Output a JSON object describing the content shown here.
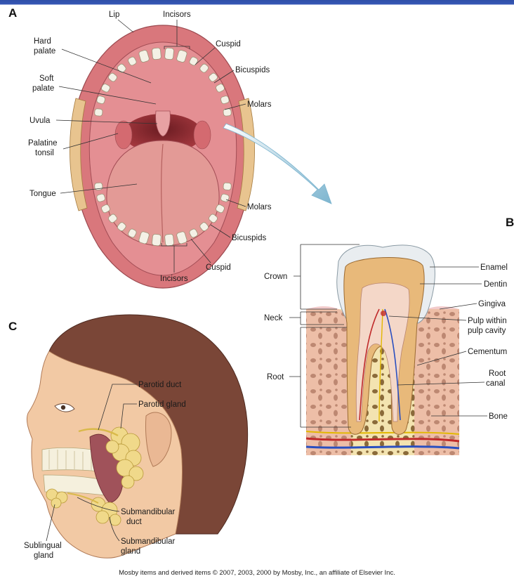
{
  "panels": {
    "a": {
      "letter": "A",
      "labels": {
        "lip": "Lip",
        "incisors_top": "Incisors",
        "hard_palate_1": "Hard",
        "hard_palate_2": "palate",
        "cuspid_top": "Cuspid",
        "soft_palate_1": "Soft",
        "soft_palate_2": "palate",
        "bicuspids_top": "Bicuspids",
        "molars_top": "Molars",
        "uvula": "Uvula",
        "palatine_tonsil_1": "Palatine",
        "palatine_tonsil_2": "tonsil",
        "tongue": "Tongue",
        "molars_bottom": "Molars",
        "bicuspids_bottom": "Bicuspids",
        "cuspid_bottom": "Cuspid",
        "incisors_bottom": "Incisors"
      }
    },
    "b": {
      "letter": "B",
      "labels": {
        "crown": "Crown",
        "neck": "Neck",
        "root": "Root",
        "enamel": "Enamel",
        "dentin": "Dentin",
        "gingiva": "Gingiva",
        "pulp_1": "Pulp within",
        "pulp_2": "pulp cavity",
        "cementum": "Cementum",
        "root_canal_1": "Root",
        "root_canal_2": "canal",
        "bone": "Bone"
      }
    },
    "c": {
      "letter": "C",
      "labels": {
        "parotid_duct": "Parotid duct",
        "parotid_gland": "Parotid gland",
        "submandibular_duct_1": "Submandibular",
        "submandibular_duct_2": "duct",
        "submandibular_gland_1": "Submandibular",
        "submandibular_gland_2": "gland",
        "sublingual_gland_1": "Sublingual",
        "sublingual_gland_2": "gland"
      }
    }
  },
  "credit": "Mosby items and derived items © 2007, 2003, 2000 by Mosby, Inc., an affiliate of Elsevier Inc.",
  "colors": {
    "frame_blue": "#3557b5",
    "lip": "#d9777c",
    "gum": "#e48f93",
    "tooth": "#f4f1e6",
    "tongue": "#e39a96",
    "dentin": "#e8b97a",
    "bone": "#f3e3b0",
    "skin": "#f2c9a4",
    "hair": "#7a4637",
    "gland": "#f0d98a",
    "arrow": "#8ec3d8"
  }
}
